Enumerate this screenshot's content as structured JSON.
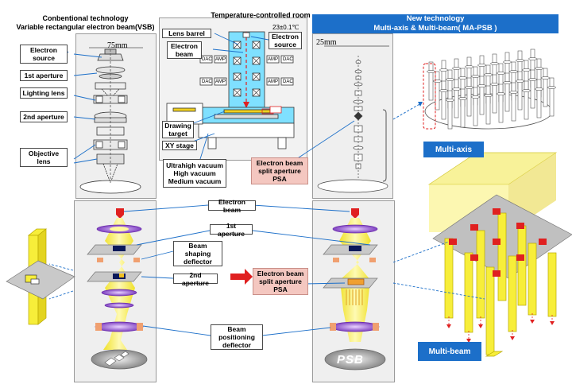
{
  "left_header": {
    "line1": "Conbentional technology",
    "line2": "Variable rectangular electron beam(VSB)"
  },
  "center_header": "Temperature-controlled room",
  "right_header": {
    "line1": "New technology",
    "line2": "Multi-axis & Multi-beam( MA-PSB )"
  },
  "dimension_75": "75mm",
  "dimension_25": "25mm",
  "left_labels": {
    "electron_source": "Electron source",
    "first_aperture": "1st aperture",
    "lighting_lens": "Lighting lens",
    "second_aperture": "2nd aperture",
    "objective_lens": "Objective lens"
  },
  "room": {
    "temp": "23±0.1℃",
    "lens_barrel": "Lens barrel",
    "electron_beam": "Electron beam",
    "electron_source": "Electron source",
    "dac": "DAC",
    "amp": "AMP",
    "drawing_target": "Drawing target",
    "xy_stage": "XY stage",
    "vacuum": [
      "Ultrahigh vacuum",
      "High vacuum",
      "Medium vacuum"
    ]
  },
  "psa_label_top": "Electron beam split aperture PSA",
  "lower_labels": {
    "electron_beam": "Electron beam",
    "first_aperture": "1st aperture",
    "beam_shaping_deflector": "Beam shaping deflector",
    "second_aperture": "2nd aperture",
    "psa": "Electron beam split aperture PSA",
    "beam_positioning_deflector": "Beam positioning deflector"
  },
  "psb_logo": "PSB",
  "multi_axis": "Multi-axis",
  "multi_beam": "Multi-beam",
  "colors": {
    "accent_blue": "#1c6fc9",
    "beam_yellow": "#f7ee3a",
    "pink_label": "#f4c7c0",
    "red": "#e02020"
  }
}
